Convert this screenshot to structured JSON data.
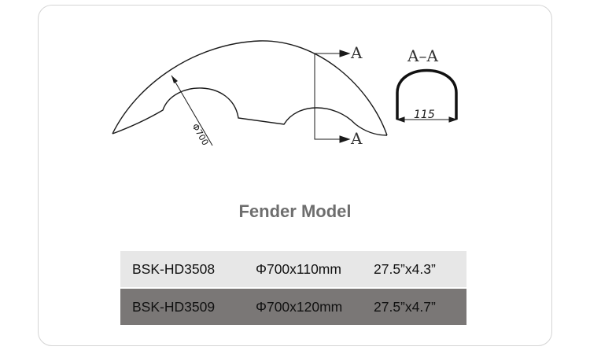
{
  "drawing": {
    "diameter_label": "Φ700",
    "section_arrow_top": "A",
    "section_arrow_bottom": "A",
    "section_title": "A–A",
    "width_label": "115"
  },
  "title": "Fender Model",
  "models": [
    {
      "code": "BSK-HD3508",
      "size_mm": "Φ700x110mm",
      "size_in": "27.5”x4.3”"
    },
    {
      "code": "BSK-HD3509",
      "size_mm": "Φ700x120mm",
      "size_in": "27.5”x4.7”"
    }
  ],
  "colors": {
    "row_light": "#e7e7e7",
    "row_dark": "#7a7776",
    "title": "#6e6e6e"
  }
}
